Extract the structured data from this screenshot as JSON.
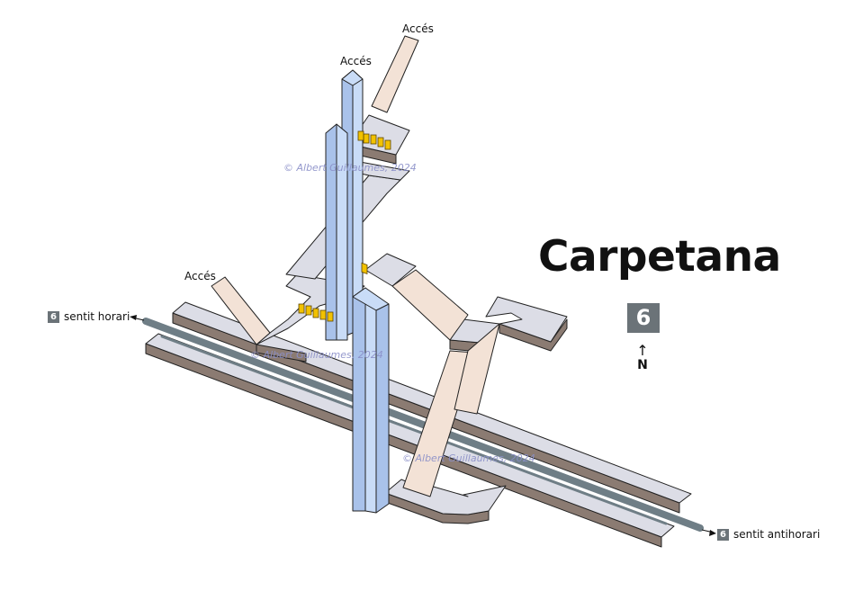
{
  "station": {
    "name": "Carpetana",
    "line": "6"
  },
  "north_label": "N",
  "directions": {
    "left": {
      "line": "6",
      "label": "sentit horari"
    },
    "right": {
      "line": "6",
      "label": "sentit antihorari"
    }
  },
  "access_labels": [
    "Accés",
    "Accés",
    "Accés"
  ],
  "watermark": "© Albert Guillaumes, 2024",
  "colors": {
    "platform": "#dcdde6",
    "platform_edge": "#8b7b72",
    "track": "#6f7e86",
    "corridor": "#f3e2d6",
    "elevator": "#c9dcf7",
    "elevator_edge": "#1a1a1a",
    "turnstile": "#f2c200",
    "line_badge": "#6b7378"
  }
}
